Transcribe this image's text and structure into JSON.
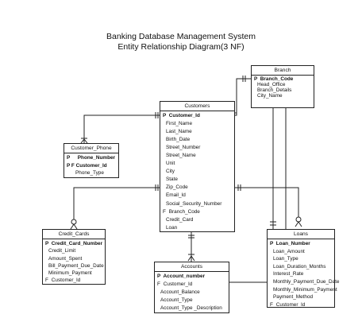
{
  "header": {
    "title": "Banking Database Management System",
    "subtitle": "Entity Relationship Diagram(3 NF)"
  },
  "entities": {
    "branch": {
      "name": "Branch",
      "attributes": [
        {
          "key": "P",
          "text": "Branch_Code"
        },
        {
          "key": "",
          "text": "Head_Office"
        },
        {
          "key": "",
          "text": "Branch_Details"
        },
        {
          "key": "",
          "text": "City_Name"
        }
      ]
    },
    "customers": {
      "name": "Customers",
      "attributes": [
        {
          "key": "P",
          "text": "Customer_Id"
        },
        {
          "key": "",
          "text": "First_Name"
        },
        {
          "key": "",
          "text": "Last_Name"
        },
        {
          "key": "",
          "text": "Birth_Date"
        },
        {
          "key": "",
          "text": "Street_Number"
        },
        {
          "key": "",
          "text": "Street_Name"
        },
        {
          "key": "",
          "text": "Unit"
        },
        {
          "key": "",
          "text": "City"
        },
        {
          "key": "",
          "text": "State"
        },
        {
          "key": "",
          "text": "Zip_Code"
        },
        {
          "key": "",
          "text": "Email_Id"
        },
        {
          "key": "",
          "text": "Social_Security_Number"
        },
        {
          "key": "F",
          "text": "Branch_Code"
        },
        {
          "key": "",
          "text": "Credit_Card"
        },
        {
          "key": "",
          "text": "Loan"
        }
      ]
    },
    "customer_phone": {
      "name": "Customer_Phone",
      "attributes": [
        {
          "key": "P",
          "text": "Phone_Number"
        },
        {
          "key": "P F",
          "text": "Customer_Id"
        },
        {
          "key": "",
          "text": "Phone_Type"
        }
      ]
    },
    "credit_cards": {
      "name": "Credit_Cards",
      "attributes": [
        {
          "key": "P",
          "text": "Credit_Card_Number"
        },
        {
          "key": "",
          "text": "Credit_Limit"
        },
        {
          "key": "",
          "text": "Amount_Spent"
        },
        {
          "key": "",
          "text": "Bill_Payment_Due_Date"
        },
        {
          "key": "",
          "text": "Minimum_Payment"
        },
        {
          "key": "F",
          "text": "Customer_Id"
        }
      ]
    },
    "accounts": {
      "name": "Accounts",
      "attributes": [
        {
          "key": "P",
          "text": "Account_number"
        },
        {
          "key": "F",
          "text": "Customer_Id"
        },
        {
          "key": "",
          "text": "Account_Balance"
        },
        {
          "key": "",
          "text": "Account_Type"
        },
        {
          "key": "",
          "text": "Account_Type _Description"
        }
      ]
    },
    "loans": {
      "name": "Loans",
      "attributes": [
        {
          "key": "P",
          "text": "Loan_Number"
        },
        {
          "key": "",
          "text": "Loan_Amount"
        },
        {
          "key": "",
          "text": "Loan_Type"
        },
        {
          "key": "",
          "text": "Loan_Duration_Months"
        },
        {
          "key": "",
          "text": "Interest_Rate"
        },
        {
          "key": "",
          "text": "Monthly_Payment_Due_Date"
        },
        {
          "key": "",
          "text": "Monthly_Minimum_Payment"
        },
        {
          "key": "",
          "text": "Payment_Method"
        },
        {
          "key": "F",
          "text": "Customer_Id"
        }
      ]
    }
  }
}
